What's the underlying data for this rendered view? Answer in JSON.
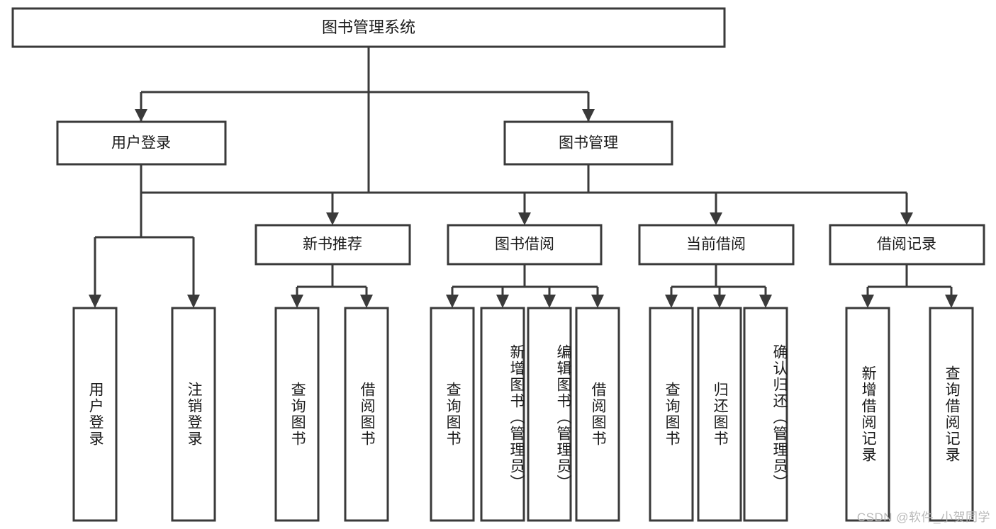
{
  "diagram": {
    "type": "tree-hierarchy-flowchart",
    "title": "图书管理系统",
    "root": {
      "id": "root",
      "label": "图书管理系统"
    },
    "level1": [
      {
        "id": "user-login",
        "label": "用户登录"
      },
      {
        "id": "book-manage",
        "label": "图书管理"
      }
    ],
    "level2": [
      {
        "id": "new-book-recommend",
        "label": "新书推荐",
        "parent": "book-manage"
      },
      {
        "id": "book-borrow",
        "label": "图书借阅",
        "parent": "book-manage"
      },
      {
        "id": "current-borrow",
        "label": "当前借阅",
        "parent": "book-manage"
      },
      {
        "id": "borrow-record",
        "label": "借阅记录",
        "parent": "book-manage"
      }
    ],
    "leaves": [
      {
        "id": "leaf-user-login",
        "label": "用户登录",
        "parent": "user-login"
      },
      {
        "id": "leaf-logout-login",
        "label": "注销登录",
        "parent": "user-login"
      },
      {
        "id": "leaf-query-book-1",
        "label": "查询图书",
        "parent": "new-book-recommend"
      },
      {
        "id": "leaf-borrow-book-1",
        "label": "借阅图书",
        "parent": "new-book-recommend"
      },
      {
        "id": "leaf-query-book-2",
        "label": "查询图书",
        "parent": "book-borrow"
      },
      {
        "id": "leaf-add-book",
        "label": "新增图书（管理员）",
        "parent": "book-borrow"
      },
      {
        "id": "leaf-edit-book",
        "label": "编辑图书（管理员）",
        "parent": "book-borrow"
      },
      {
        "id": "leaf-borrow-book-2",
        "label": "借阅图书",
        "parent": "book-borrow"
      },
      {
        "id": "leaf-query-book-3",
        "label": "查询图书",
        "parent": "current-borrow"
      },
      {
        "id": "leaf-return-book",
        "label": "归还图书",
        "parent": "current-borrow"
      },
      {
        "id": "leaf-confirm-return",
        "label": "确认归还（管理员）",
        "parent": "current-borrow"
      },
      {
        "id": "leaf-add-record",
        "label": "新增借阅记录",
        "parent": "borrow-record"
      },
      {
        "id": "leaf-query-record",
        "label": "查询借阅记录",
        "parent": "borrow-record"
      }
    ]
  },
  "watermark": {
    "text": "CSDN @软件_小贺同学"
  },
  "colors": {
    "stroke": "#3a3a3a",
    "fill": "#ffffff",
    "text": "#1a1a1a",
    "watermark": "#b9b9b9",
    "background": "#ffffff"
  }
}
